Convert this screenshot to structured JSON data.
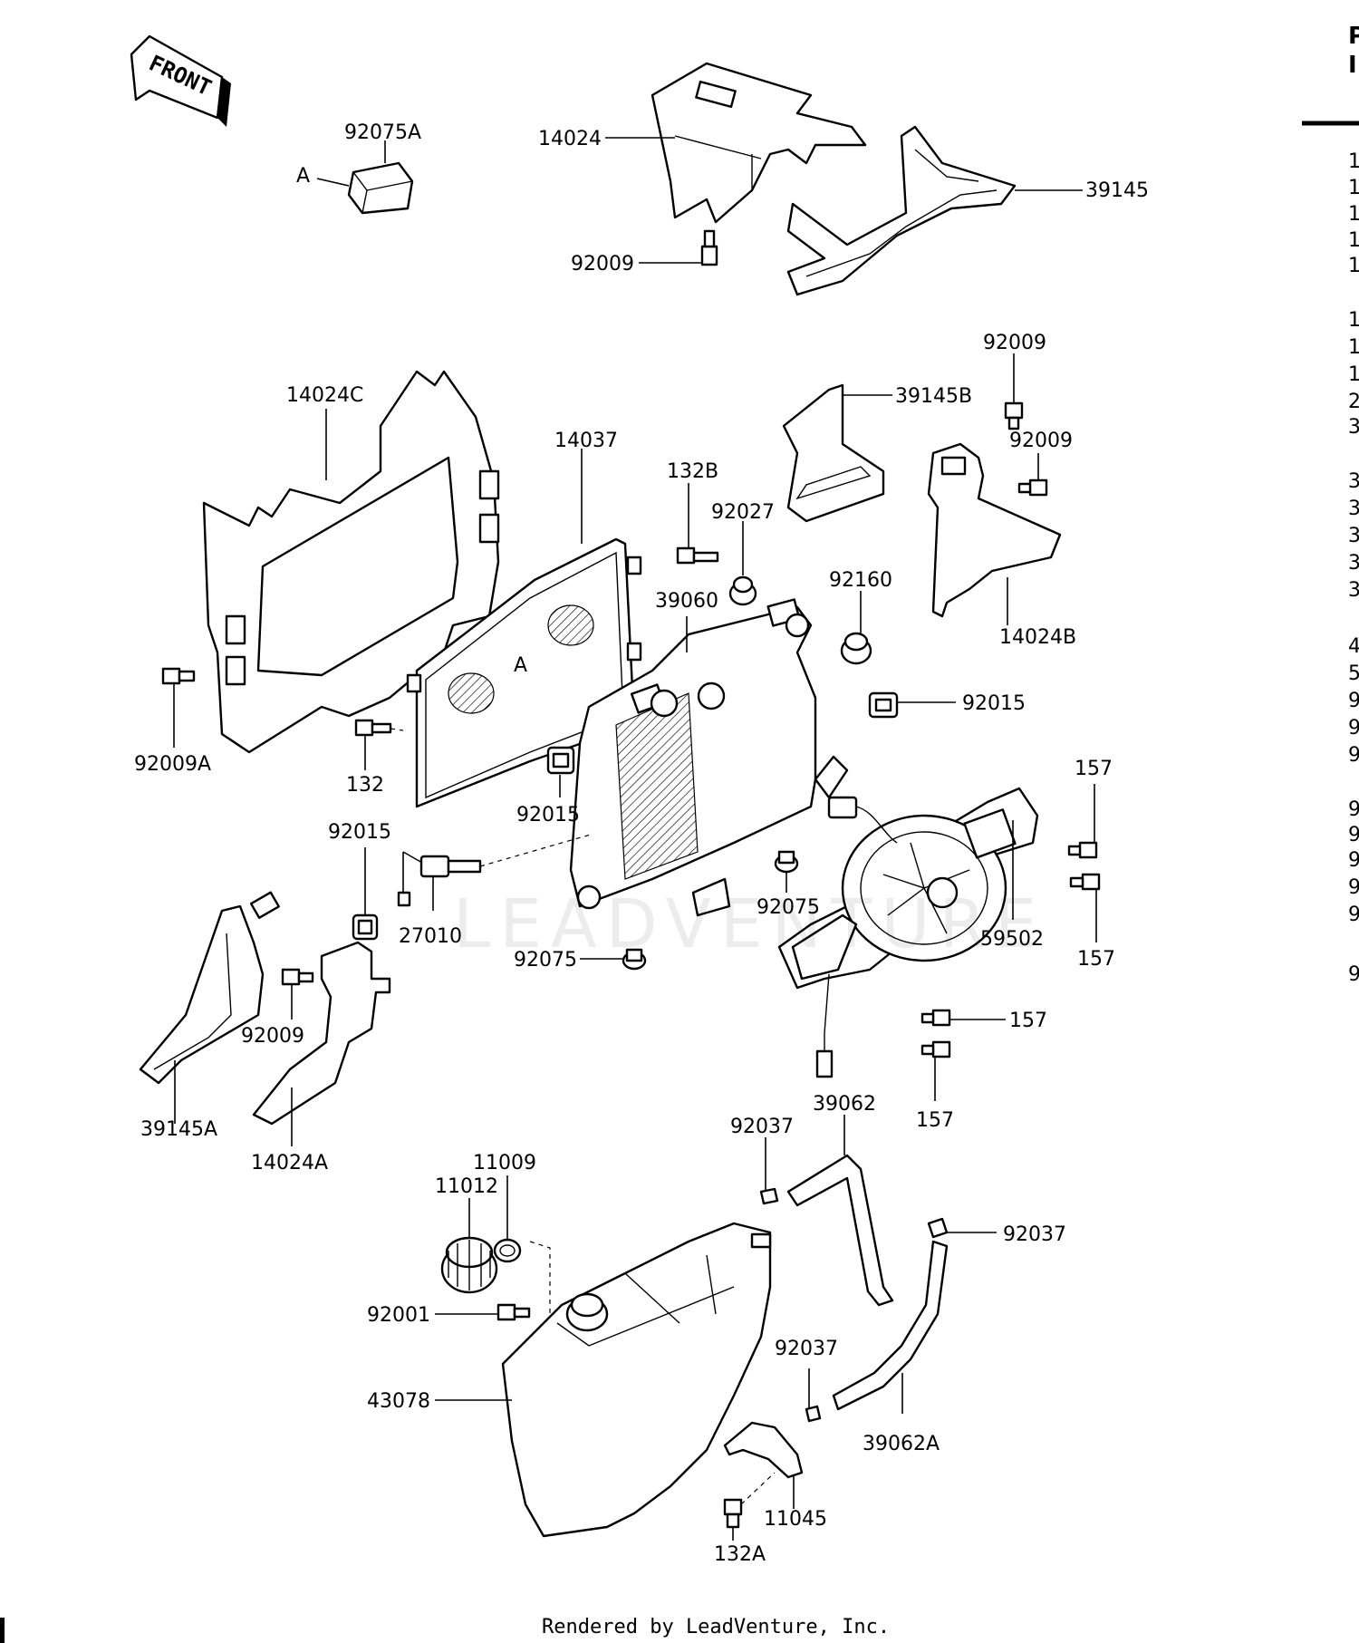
{
  "diagram": {
    "front_label": "FRONT",
    "watermark": "LEADVENTURE",
    "footer": "Rendered by LeadVenture, Inc.",
    "labels": {
      "p92075A": "92075A",
      "refA1": "A",
      "p14024": "14024",
      "p39145": "39145",
      "p92009_top": "92009",
      "p14024C": "14024C",
      "p14037": "14037",
      "p132B": "132B",
      "p92027": "92027",
      "p39145B": "39145B",
      "p92009_r1": "92009",
      "p92009_r2": "92009",
      "p39060": "39060",
      "p92160": "92160",
      "refA2": "A",
      "p14024B": "14024B",
      "p92015_r": "92015",
      "p92009A": "92009A",
      "p132": "132",
      "p92015_c": "92015",
      "p157_a": "157",
      "p92015_l": "92015",
      "p92075_c": "92075",
      "p59502": "59502",
      "p157_b": "157",
      "p27010": "27010",
      "p92075_b": "92075",
      "p157_c": "157",
      "p92009_l": "92009",
      "p39145A": "39145A",
      "p14024A": "14024A",
      "p157_d": "157",
      "p39062": "39062",
      "p92037_a": "92037",
      "p11009": "11009",
      "p11012": "11012",
      "p92037_b": "92037",
      "p92001": "92001",
      "p92037_c": "92037",
      "p43078": "43078",
      "p39062A": "39062A",
      "p11045": "11045",
      "p132A": "132A"
    },
    "edge_glyphs": [
      "P",
      "I",
      "1",
      "1",
      "1",
      "1",
      "1",
      "1",
      "1",
      "1",
      "2",
      "3",
      "3",
      "3",
      "3",
      "3",
      "3",
      "4",
      "5",
      "9",
      "9",
      "9",
      "9",
      "9",
      "9",
      "9",
      "9",
      "9"
    ]
  }
}
